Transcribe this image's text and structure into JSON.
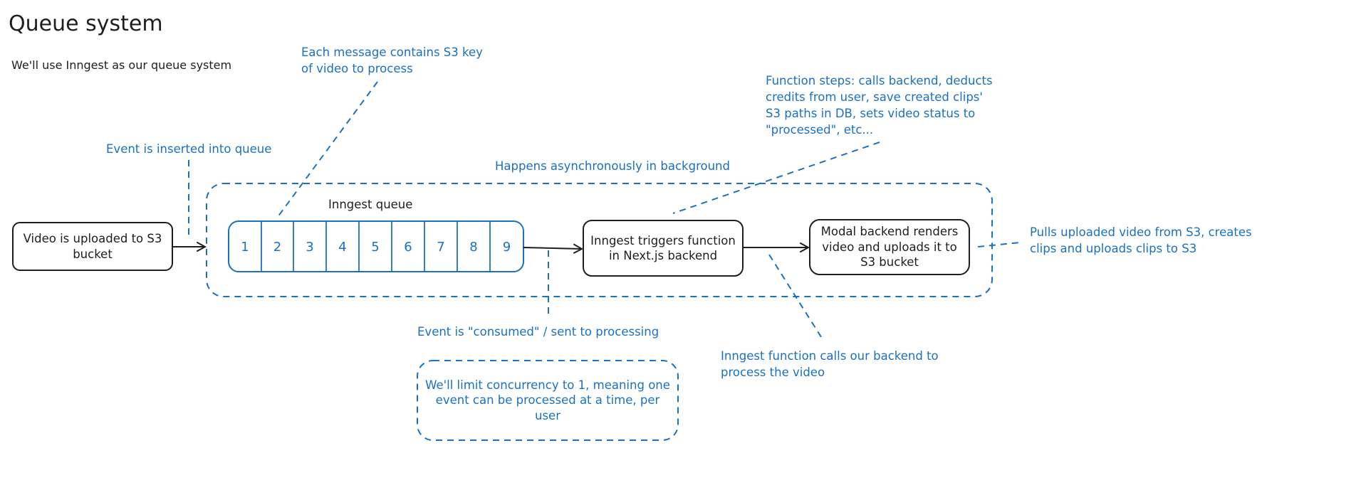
{
  "title": "Queue system",
  "subtitle": "We'll use Inngest as our queue system",
  "nodes": {
    "upload": "Video is uploaded to S3 bucket",
    "queue_label": "Inngest queue",
    "queue_cells": [
      "1",
      "2",
      "3",
      "4",
      "5",
      "6",
      "7",
      "8",
      "9"
    ],
    "trigger": "Inngest triggers function in Next.js backend",
    "modal": "Modal backend renders video and uploads it to S3 bucket",
    "concurrency": "We'll limit concurrency to 1, meaning one event can be processed at a time, per user"
  },
  "annotations": {
    "inserted": "Event is inserted into queue",
    "message_line1": "Each message contains S3 key",
    "message_line2": "of video to process",
    "async": "Happens asynchronously in background",
    "steps_line1": "Function steps: calls backend, deducts",
    "steps_line2": "credits from user, save created clips'",
    "steps_line3": "S3 paths in DB, sets video status to",
    "steps_line4": "\"processed\", etc...",
    "pulls_line1": "Pulls uploaded video from S3, creates",
    "pulls_line2": "clips and uploads clips to S3",
    "consumed": "Event is \"consumed\" / sent to processing",
    "calls_line1": "Inngest function calls our backend to",
    "calls_line2": "process the video"
  },
  "colors": {
    "ink": "#1e1e1e",
    "accent": "#1971c2",
    "background": "#ffffff"
  }
}
